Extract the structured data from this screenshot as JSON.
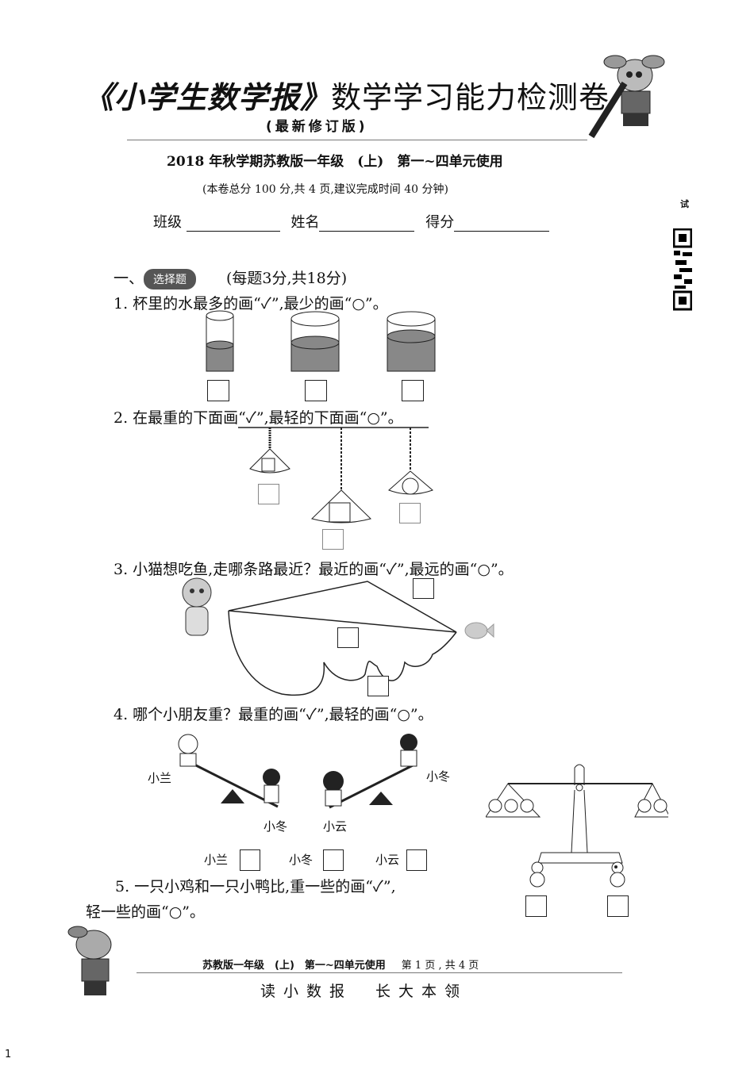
{
  "header": {
    "title_brand": "《小学生数学报》",
    "title_rest": "数学学习能力检测卷",
    "subtitle": "(最新修订版)",
    "semester": "2018 年秋学期苏教版一年级　(上)　第一~四单元使用",
    "note": "(本卷总分 100 分,共 4 页,建议完成时间 40 分钟)",
    "fields": [
      "班级",
      "姓名",
      "得分"
    ],
    "side_text": "试"
  },
  "section1": {
    "prefix": "一、",
    "badge": "选择题",
    "scoring": "(每题3分,共18分)"
  },
  "questions": [
    {
      "text": "1. 杯里的水最多的画“✓”,最少的画“○”。",
      "fill_levels": [
        0.55,
        0.65,
        0.75
      ]
    },
    {
      "text": "2. 在最重的下面画“✓”,最轻的下面画“○”。"
    },
    {
      "text": "3. 小猫想吃鱼,走哪条路最近？最近的画“✓”,最远的画“○”。"
    },
    {
      "text": "4. 哪个小朋友重？最重的画“✓”,最轻的画“○”。",
      "seesaw_labels": [
        "小兰",
        "小冬",
        "小冬",
        "小云"
      ],
      "answer_labels": [
        "小兰",
        "小冬",
        "小云"
      ]
    },
    {
      "text_line1": "5. 一只小鸡和一只小鸭比,重一些的画“✓”,",
      "text_line2": "轻一些的画“○”。"
    }
  ],
  "footer": {
    "edition": "苏教版一年级　(上)　第一~四单元使用",
    "page": "第 1 页 , 共 4 页",
    "slogan": "读小数报　长大本领",
    "page_number": "1"
  }
}
